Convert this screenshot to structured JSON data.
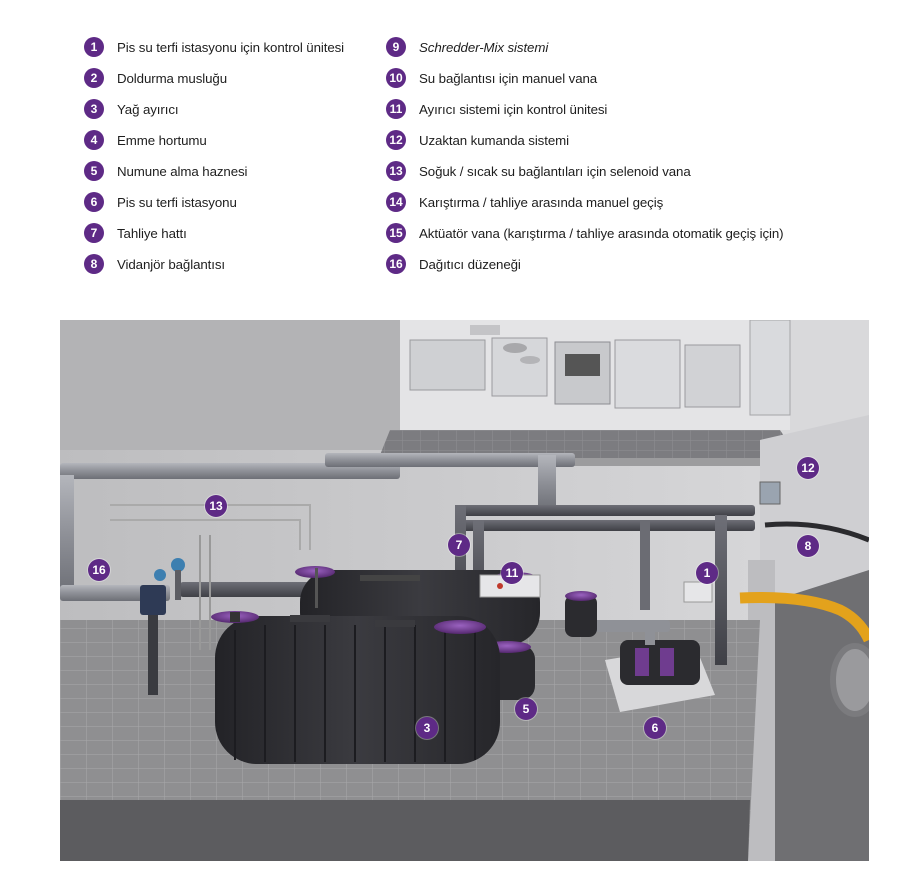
{
  "legend": {
    "items": [
      {
        "num": "1",
        "text": "Pis su terfi istasyonu için kontrol ünitesi"
      },
      {
        "num": "2",
        "text": "Doldurma musluğu"
      },
      {
        "num": "3",
        "text": "Yağ ayırıcı"
      },
      {
        "num": "4",
        "text": "Emme hortumu"
      },
      {
        "num": "5",
        "text": "Numune alma haznesi"
      },
      {
        "num": "6",
        "text": "Pis su terfi istasyonu"
      },
      {
        "num": "7",
        "text": "Tahliye hattı"
      },
      {
        "num": "8",
        "text": "Vidanjör bağlantısı"
      },
      {
        "num": "9",
        "text": "Schredder-Mix sistemi"
      },
      {
        "num": "10",
        "text": "Su bağlantısı için manuel vana"
      },
      {
        "num": "11",
        "text": "Ayırıcı sistemi için kontrol ünitesi"
      },
      {
        "num": "12",
        "text": "Uzaktan kumanda sistemi"
      },
      {
        "num": "13",
        "text": "Soğuk / sıcak su bağlantıları için selenoid vana"
      },
      {
        "num": "14",
        "text": "Karıştırma / tahliye arasında manuel geçiş"
      },
      {
        "num": "15",
        "text": "Aktüatör vana (karıştırma / tahliye arasında otomatik geçiş için)"
      },
      {
        "num": "16",
        "text": "Dağıtıcı düzeneği"
      }
    ]
  },
  "diagram": {
    "markers": [
      {
        "num": "1",
        "target": "Pis su terfi istasyonu için kontrol ünitesi"
      },
      {
        "num": "3",
        "target": "Yağ ayırıcı"
      },
      {
        "num": "5",
        "target": "Numune alma haznesi"
      },
      {
        "num": "6",
        "target": "Pis su terfi istasyonu"
      },
      {
        "num": "7",
        "target": "Tahliye hattı"
      },
      {
        "num": "8",
        "target": "Vidanjör bağlantısı"
      },
      {
        "num": "11",
        "target": "Ayırıcı sistemi için kontrol ünitesi"
      },
      {
        "num": "12",
        "target": "Uzaktan kumanda sistemi"
      },
      {
        "num": "13",
        "target": "Soğuk / sıcak su bağlantıları için selenoid vana"
      },
      {
        "num": "16",
        "target": "Dağıtıcı düzeneği"
      }
    ]
  },
  "colors": {
    "badge": "#5e2a86",
    "tank": "#2f2f33",
    "lid": "#6f3c8f",
    "pipe": "#8d8f96",
    "yellow_hose": "#e3a21c"
  }
}
